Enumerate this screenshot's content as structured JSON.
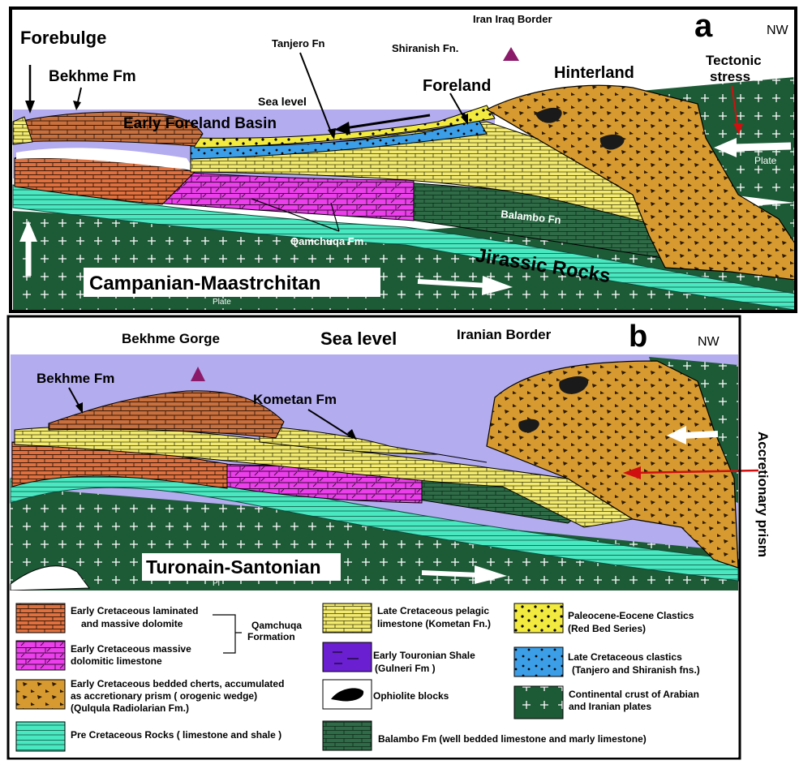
{
  "panel_a": {
    "letter": "a",
    "nw": "NW",
    "forebulge": "Forebulge",
    "bekhme": "Bekhme Fm",
    "tanjero": "Tanjero Fn",
    "iran_iraq_border": "Iran Iraq Border",
    "shiranish": "Shiranish Fn.",
    "foreland": "Foreland",
    "hinterland": "Hinterland",
    "tectonic_stress_1": "Tectonic",
    "tectonic_stress_2": "stress",
    "sea_level": "Sea level",
    "early_foreland_basin": "Early Foreland Basin",
    "plate_right": "Plate",
    "balambo": "Balambo Fn",
    "qamchuqa": "Qamchuqa Fm",
    "jirassic": "Jirassic Rocks",
    "age": "Campanian-Maastrchitan",
    "plate_bottom": "Plate"
  },
  "panel_b": {
    "letter": "b",
    "nw": "NW",
    "bekhme_gorge": "Bekhme Gorge",
    "sea_level": "Sea level",
    "iranian_border": "Iranian Border",
    "bekhme": "Bekhme Fm",
    "kometan": "Kometan Fm",
    "age": "Turonain-Santonian",
    "accretionary_prism": "Accretionary prism",
    "pl": "Pl"
  },
  "legend": {
    "item1_line1": "Early Cretaceous laminated",
    "item1_line2": "and massive dolomite",
    "item2_line1": "Early Cretaceous massive",
    "item2_line2": "dolomitic limestone",
    "qamchuqa_line1": "Qamchuqa",
    "qamchuqa_line2": "Formation",
    "item3_line1": "Early Cretaceous bedded cherts, accumulated",
    "item3_line2": "as accretionary prism ( orogenic wedge)",
    "item3_line3": "(Qulqula Radiolarian Fm.)",
    "item4": "Pre Cretaceous Rocks ( limestone and shale )",
    "item5_line1": "Late Cretaceous pelagic",
    "item5_line2": "limestone (Kometan Fn.)",
    "item6_line1": "Early Touronian Shale",
    "item6_line2": "(Gulneri Fm )",
    "item7": "Ophiolite blocks",
    "item8": "Balambo Fm (well bedded limestone and marly limestone)",
    "item9_line1": "Paleocene-Eocene Clastics",
    "item9_line2": "(Red Bed Series)",
    "item10_line1": "Late Cretaceous clastics",
    "item10_line2": "(Tanjero and Shiranish fns.)",
    "item11_line1": "Continental crust of Arabian",
    "item11_line2": "and Iranian plates"
  },
  "colors": {
    "sky": "#b3acef",
    "dolomite": "#e0703e",
    "brown_dolomite": "#c8703e",
    "magenta": "#ea3fea",
    "yellow": "#f3ea70",
    "crust": "#1d5a36",
    "balambo": "#2e6b46",
    "jurassic": "#49e8c0",
    "prism": "#d79a30",
    "blue": "#3b9ee6",
    "purple": "#6a1fd0"
  }
}
